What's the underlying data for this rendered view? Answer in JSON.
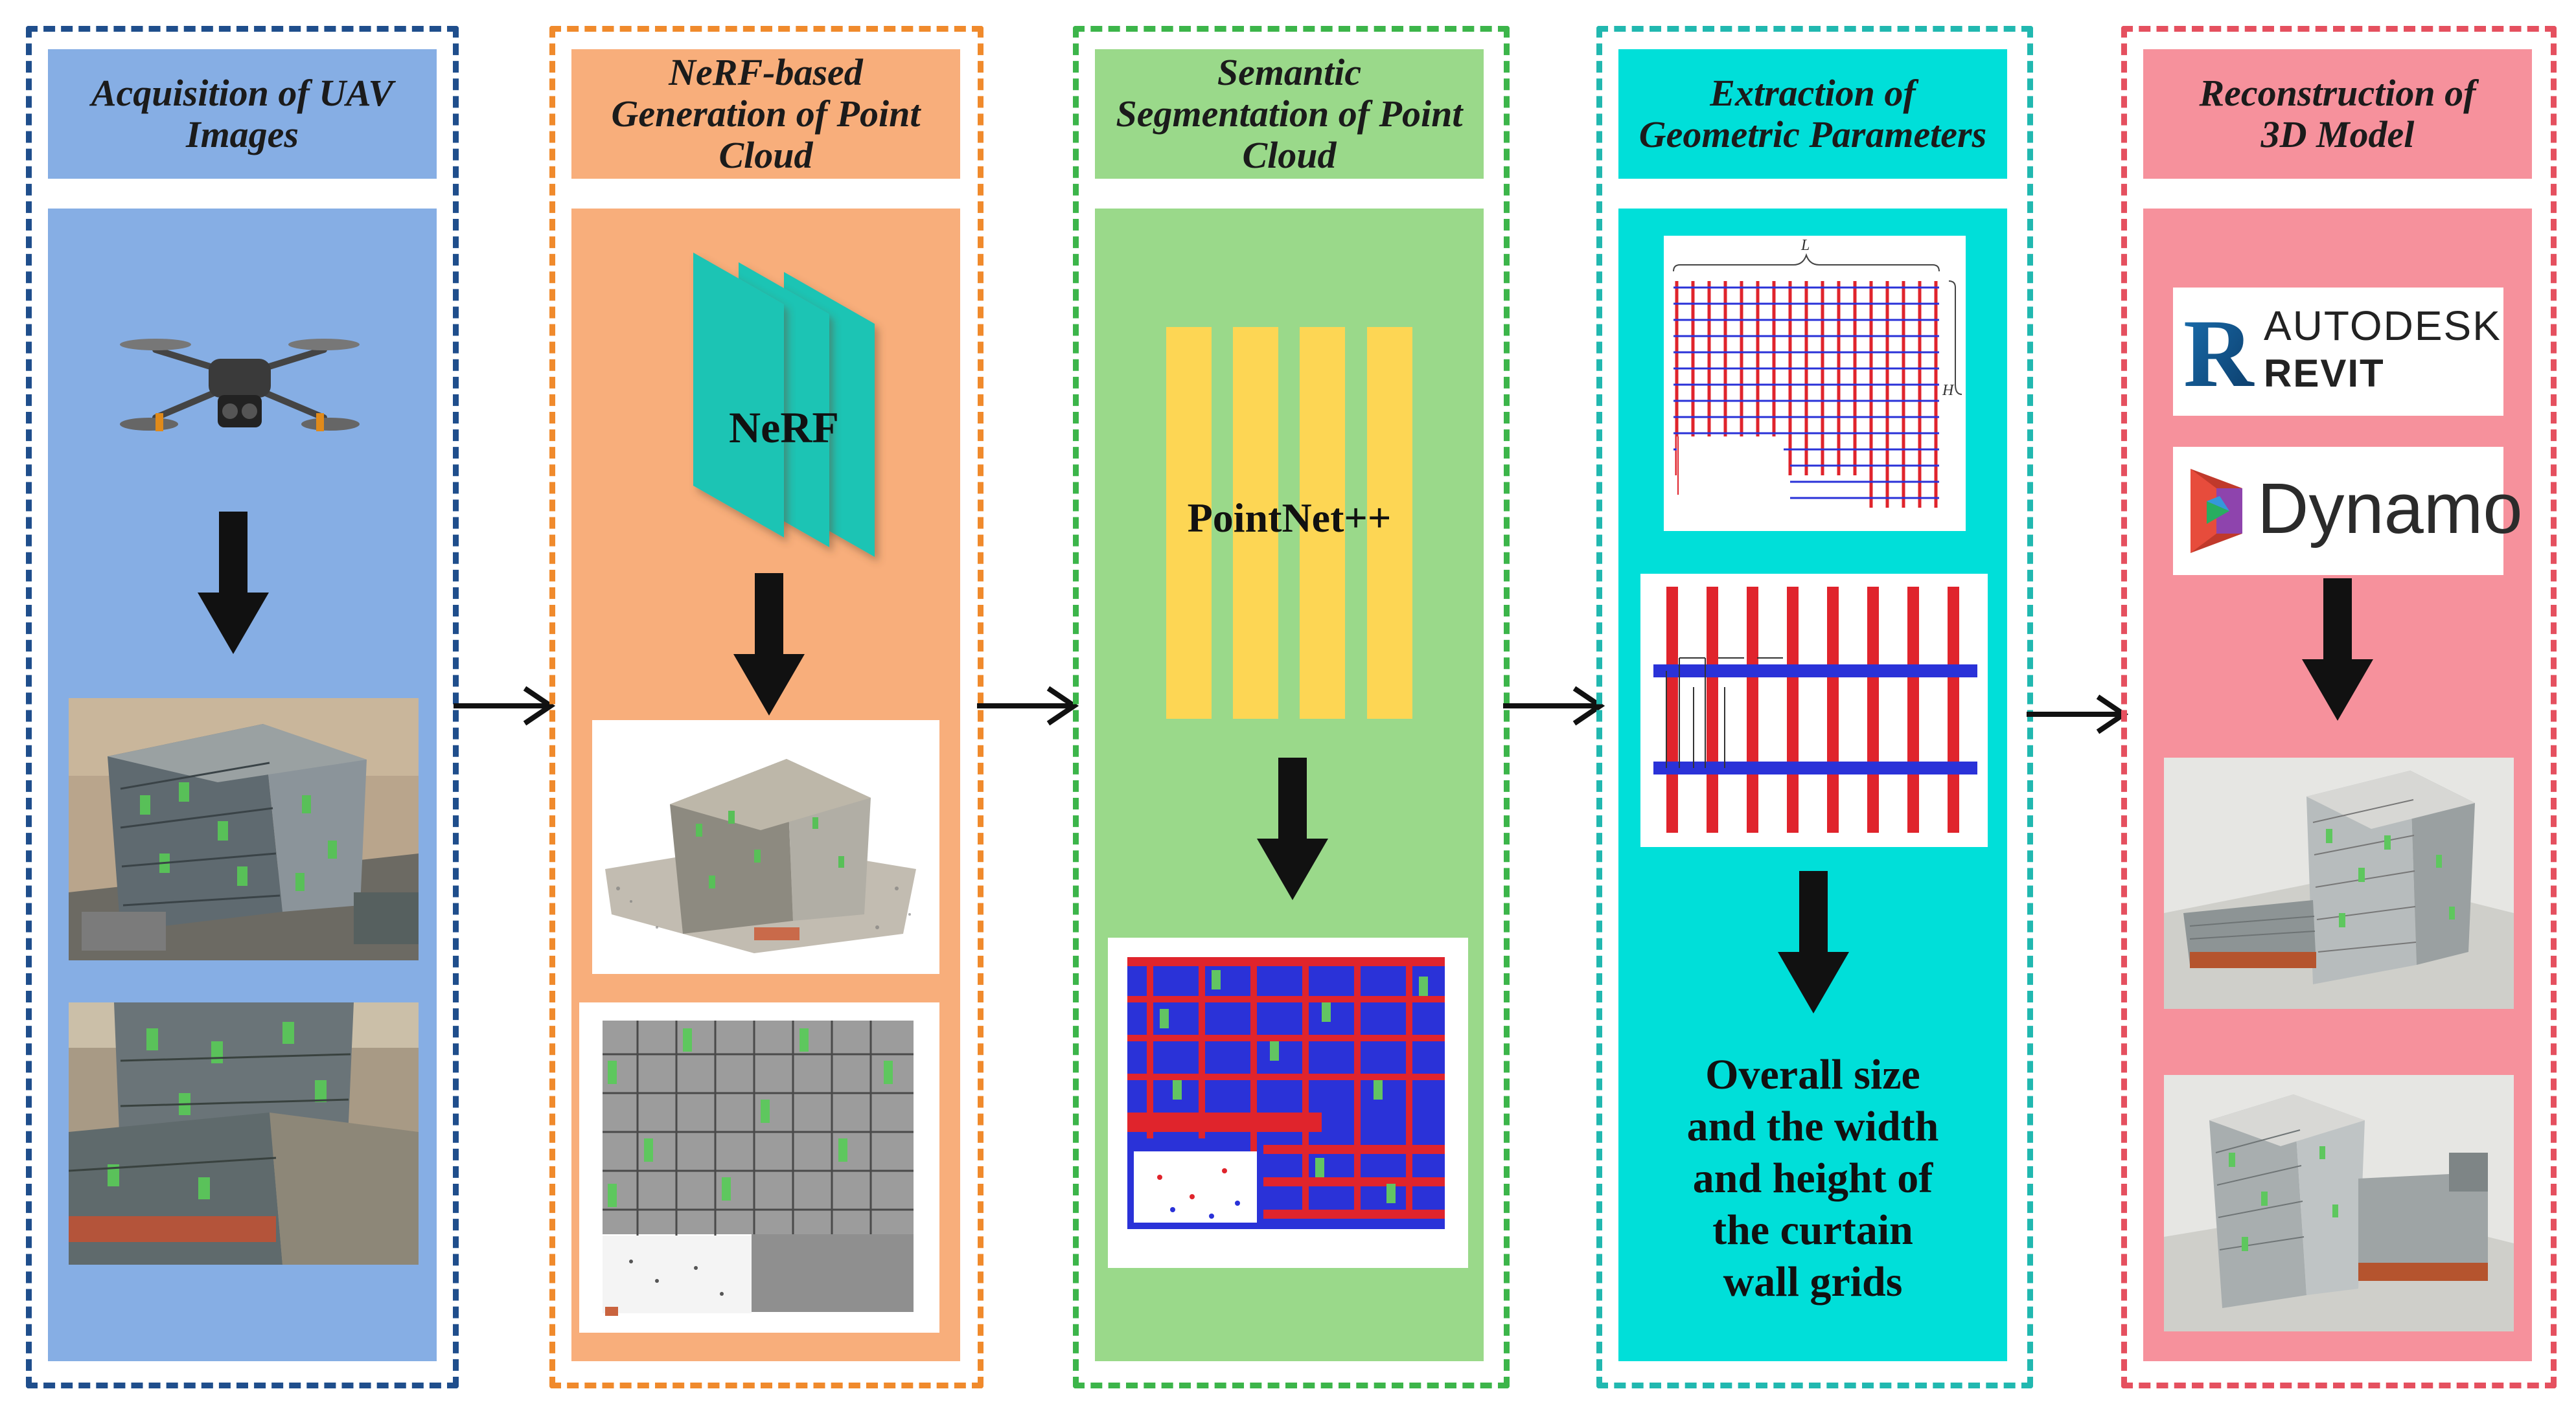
{
  "stages": [
    {
      "id": "uav",
      "title": "Acquisition of UAV\nImages",
      "border": "#1f4e8c",
      "title_bg": "#86aee4",
      "panel_bg": "#86aee4"
    },
    {
      "id": "nerf",
      "title": "NeRF-based\nGeneration of Point\nCloud",
      "border": "#f08a2c",
      "title_bg": "#f8ae7b",
      "panel_bg": "#f8ae7b"
    },
    {
      "id": "seg",
      "title": "Semantic\nSegmentation of Point\nCloud",
      "border": "#3cb54a",
      "title_bg": "#9ad98a",
      "panel_bg": "#9ad98a"
    },
    {
      "id": "geo",
      "title": "Extraction of\nGeometric Parameters",
      "border": "#21b8b0",
      "title_bg": "#00dfd9",
      "panel_bg": "#00dfd9"
    },
    {
      "id": "rec",
      "title": "Reconstruction of\n3D Model",
      "border": "#e5505f",
      "title_bg": "#f6919c",
      "panel_bg": "#f6919c"
    }
  ],
  "nerf_label": "NeRF",
  "pointnet_label": "PointNet++",
  "geo_result": "Overall size\nand the width\nand height of\nthe curtain\nwall grids",
  "revit_line1": "AUTODESK",
  "revit_line2": "REVIT",
  "revit_mark": "R",
  "dynamo_label": "Dynamo",
  "grid_label_L": "L",
  "grid_label_H": "H",
  "colors": {
    "arrow": "#111111",
    "point_red": "#e0242c",
    "point_blue": "#2a32d8",
    "facade_green": "#62c462",
    "nerf_teal": "#1fc4b4",
    "pointnet_yellow": "#fdd654"
  }
}
